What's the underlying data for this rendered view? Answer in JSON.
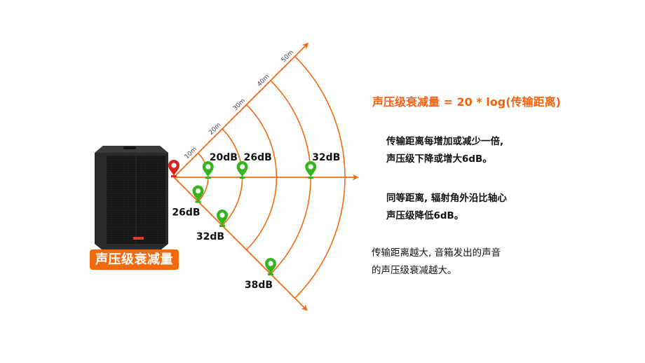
{
  "badge": {
    "label": "声压级衰减量"
  },
  "formula": {
    "text": "声压级衰减量 = 20 * log(传输距离)"
  },
  "notes": [
    {
      "lines": [
        "传输距离每增加或减少一倍,",
        "声压级下降或增大6dB。"
      ]
    },
    {
      "lines": [
        "同等距离, 辐射角外沿比轴心",
        "声压级降低6dB。"
      ]
    },
    {
      "lines": [
        "传输距离越大, 音箱发出的声音",
        "的声压级衰减越大。"
      ]
    }
  ],
  "colors": {
    "accent": "#f26a10",
    "pin_source": "#d9251c",
    "pin_point": "#35b41f",
    "text": "#111111"
  },
  "chart_data": {
    "type": "diagram",
    "title": "声压级衰减量",
    "distances_m": [
      10,
      20,
      30,
      40,
      50
    ],
    "distance_labels": [
      "10m",
      "20m",
      "30m",
      "40m",
      "50m"
    ],
    "rays_deg": [
      -45,
      0,
      45
    ],
    "measurements": [
      {
        "ray_deg": 0,
        "distance_m": 10,
        "label": "20dB"
      },
      {
        "ray_deg": 0,
        "distance_m": 20,
        "label": "26dB"
      },
      {
        "ray_deg": 0,
        "distance_m": 40,
        "label": "32dB"
      },
      {
        "ray_deg": 45,
        "distance_m": 10,
        "label": "26dB"
      },
      {
        "ray_deg": 45,
        "distance_m": 20,
        "label": "32dB"
      },
      {
        "ray_deg": 45,
        "distance_m": 40,
        "label": "38dB"
      }
    ]
  }
}
